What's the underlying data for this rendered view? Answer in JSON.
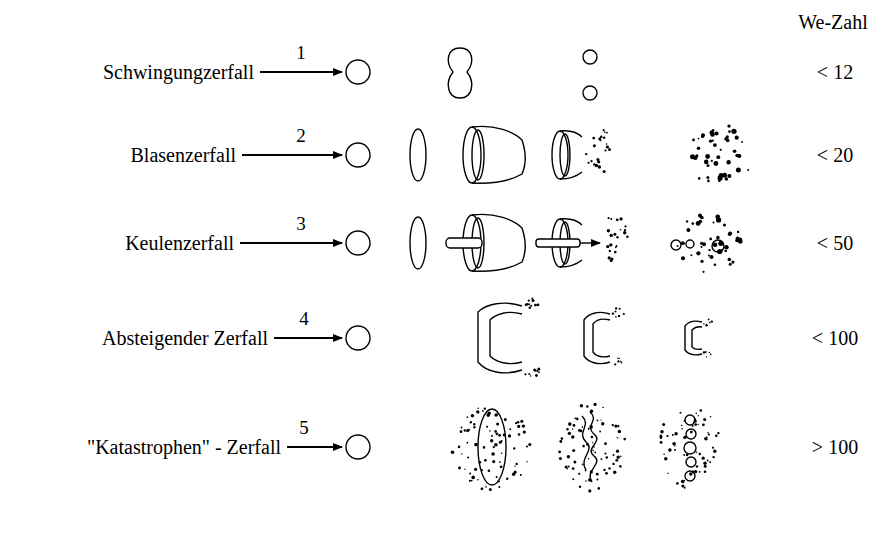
{
  "diagram": {
    "labels": [
      "We-Zahl",
      "Schwingungzerfall",
      "1",
      "< 12",
      "Blasenzerfall",
      "2",
      "< 20",
      "Keulenzerfall",
      "3",
      "< 50",
      "Absteigender Zerfall",
      "4",
      "< 100",
      "\"Katastrophen\" - Zerfall",
      "5",
      "> 100"
    ]
  }
}
